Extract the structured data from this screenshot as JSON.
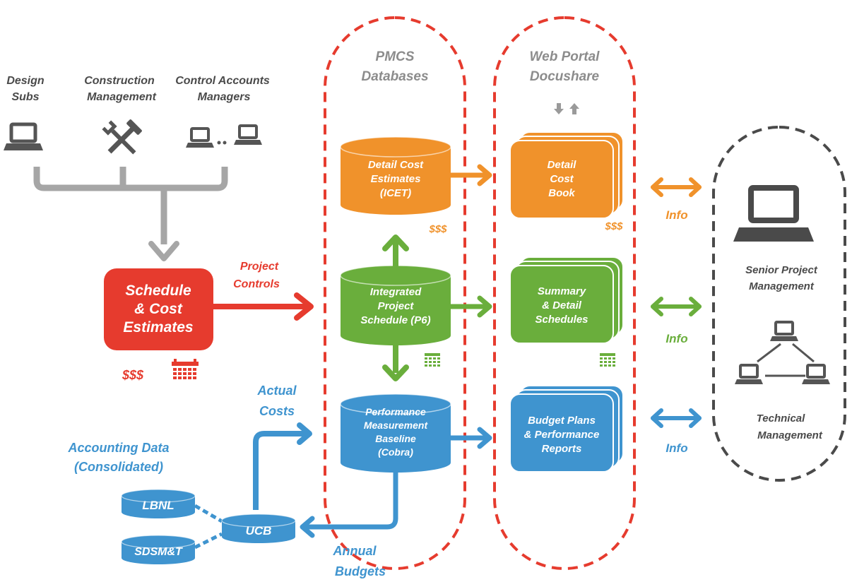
{
  "colors": {
    "red": "#e63b2e",
    "orange": "#f0922b",
    "green": "#6aae3c",
    "blue": "#3f94cf",
    "gray": "#a6a6a6",
    "dark": "#4a4a4a",
    "white": "#ffffff"
  },
  "sources": {
    "design_subs": [
      "Design",
      "Subs"
    ],
    "construction_management": [
      "Construction",
      "Management"
    ],
    "control_accounts_managers": [
      "Control Accounts",
      "Managers"
    ]
  },
  "schedule_cost": {
    "title": [
      "Schedule",
      "& Cost",
      "Estimates"
    ],
    "dollars": "$$$",
    "project_controls": [
      "Project",
      "Controls"
    ]
  },
  "pmcs": {
    "title": [
      "PMCS",
      "Databases"
    ],
    "detail_cost_estimates": [
      "Detail Cost",
      "Estimates",
      "(ICET)"
    ],
    "dollars": "$$$",
    "integrated_schedule": [
      "Integrated",
      "Project",
      "Schedule (P6)"
    ],
    "pmb": [
      "Performance",
      "Measurement",
      "Baseline",
      "(Cobra)"
    ]
  },
  "portal": {
    "title": [
      "Web Portal",
      "Docushare"
    ],
    "detail_cost_book": [
      "Detail",
      "Cost",
      "Book"
    ],
    "dollars": "$$$",
    "summary_detail_schedules": [
      "Summary",
      "& Detail",
      "Schedules"
    ],
    "budget_reports": [
      "Budget Plans",
      "& Performance",
      "Reports"
    ]
  },
  "info_labels": [
    "Info",
    "Info",
    "Info"
  ],
  "management": {
    "senior": [
      "Senior Project",
      "Management"
    ],
    "technical": [
      "Technical",
      "Management"
    ]
  },
  "accounting": {
    "actual_costs": [
      "Actual",
      "Costs"
    ],
    "title": [
      "Accounting Data",
      "(Consolidated)"
    ],
    "lbnl": "LBNL",
    "ucb": "UCB",
    "sdsmt": "SDSM&T",
    "annual_budgets": [
      "Annual",
      "Budgets"
    ]
  }
}
